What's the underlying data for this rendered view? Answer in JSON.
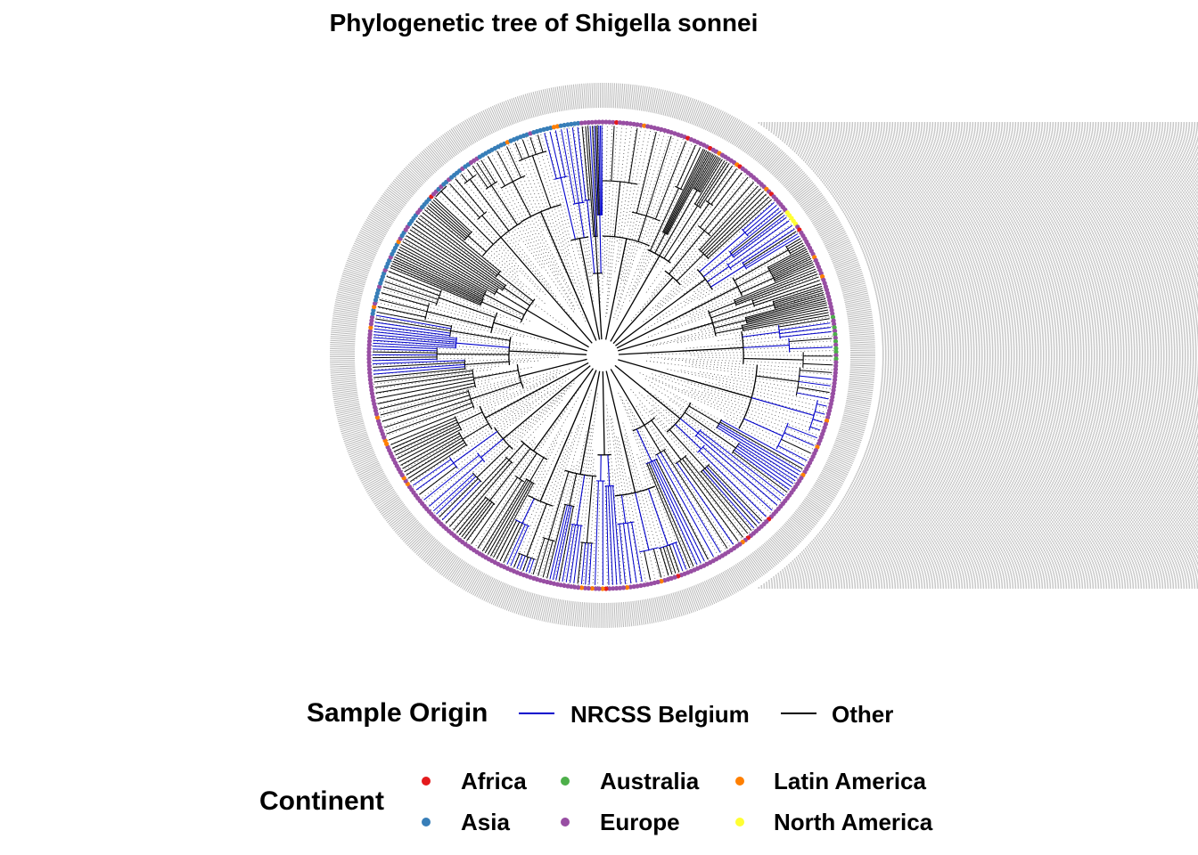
{
  "title": "Phylogenetic tree of Shigella sonnei",
  "legend_origin": {
    "title": "Sample Origin",
    "items": [
      {
        "label": "NRCSS Belgium",
        "color": "#0000cc"
      },
      {
        "label": "Other",
        "color": "#000000"
      }
    ]
  },
  "legend_continent": {
    "title": "Continent",
    "items": [
      {
        "label": "Africa",
        "color": "#e41a1c"
      },
      {
        "label": "Australia",
        "color": "#4daf4a"
      },
      {
        "label": "Latin America",
        "color": "#ff7f00"
      },
      {
        "label": "Asia",
        "color": "#377eb8"
      },
      {
        "label": "Europe",
        "color": "#984ea3"
      },
      {
        "label": "North America",
        "color": "#ffff33"
      }
    ]
  },
  "tree": {
    "layout": "circular",
    "branch_colors": {
      "nrcss_belgium": "#0000cc",
      "other": "#000000"
    },
    "tip_continent_colors": {
      "Africa": "#e41a1c",
      "Asia": "#377eb8",
      "Australia": "#4daf4a",
      "Europe": "#984ea3",
      "Latin America": "#ff7f00",
      "North America": "#ffff33"
    }
  }
}
